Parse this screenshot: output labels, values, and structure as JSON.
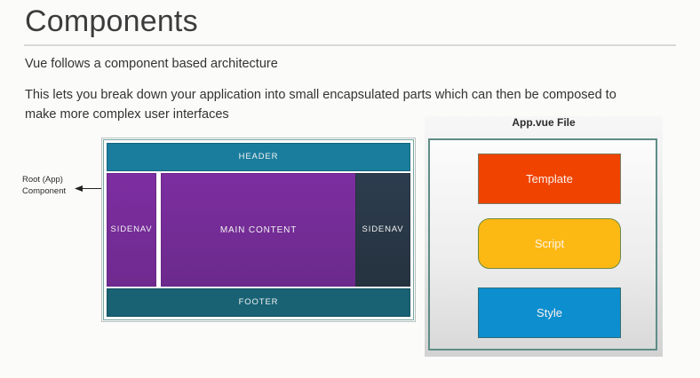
{
  "slide": {
    "title": "Components",
    "lead": "Vue follows a component based architecture",
    "paragraph": "This lets you break down your application into small encapsulated parts which can then be composed to make more complex user interfaces"
  },
  "annotation": {
    "line1": "Root (App)",
    "line2": "Component",
    "arrow_icon": "left-arrow-icon"
  },
  "layout_diagram": {
    "header_label": "HEADER",
    "sidenav_left_label": "SIDENAV",
    "main_content_label": "MAIN CONTENT",
    "sidenav_right_label": "SIDENAV",
    "footer_label": "FOOTER",
    "colors": {
      "header": "#1a7d9d",
      "footer": "#186274",
      "sidenav_left": "#7d2ea1",
      "main_content": "#7c2ea0",
      "sidenav_right": "#2d3d4f",
      "frame_border": "#79a6a0"
    }
  },
  "vue_file_panel": {
    "caption": "App.vue File",
    "blocks": [
      {
        "label": "Template",
        "color": "#f04300"
      },
      {
        "label": "Script",
        "color": "#fdb913"
      },
      {
        "label": "Style",
        "color": "#0c8ecf"
      }
    ]
  }
}
